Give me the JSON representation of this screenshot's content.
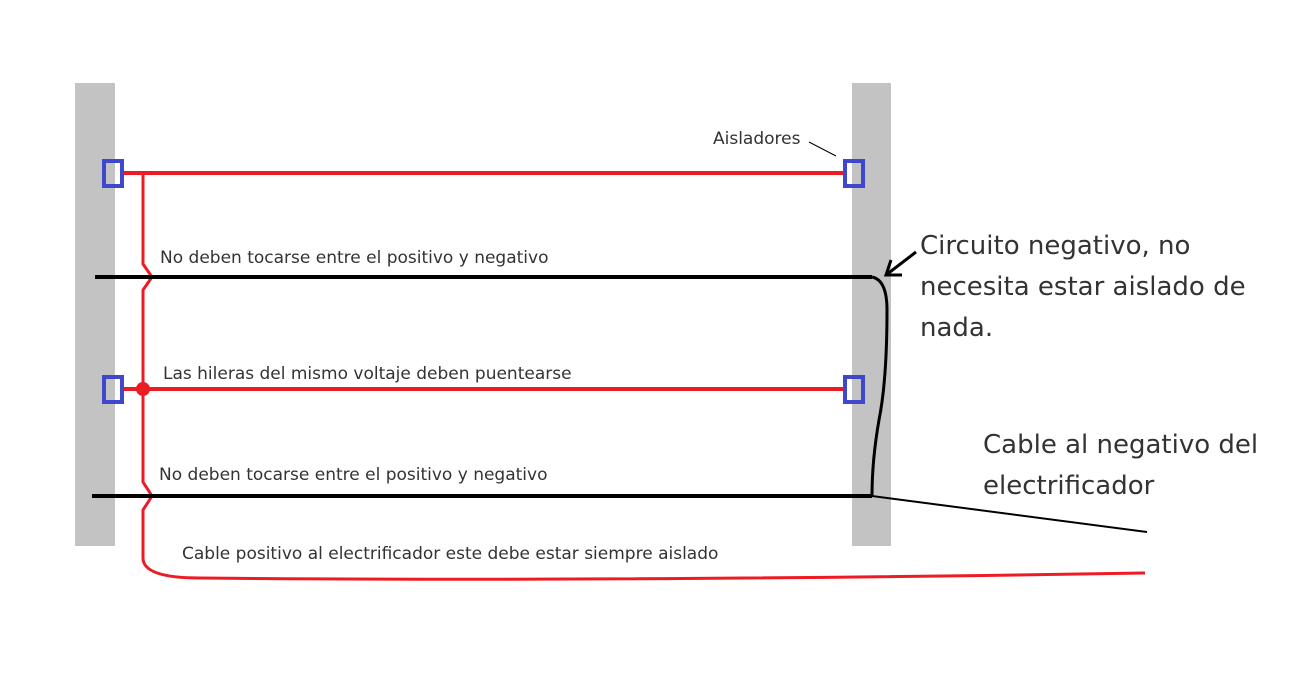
{
  "colors": {
    "post": "#c3c3c3",
    "positive": "#ed1c24",
    "negative": "#000000",
    "insulator": "#3f48cc"
  },
  "labels": {
    "insulators": "Aisladores",
    "no_touch_1": "No deben tocarse entre el positivo y negativo",
    "bridge": "Las hileras del mismo voltaje deben puentearse",
    "no_touch_2": "No deben tocarse entre el positivo y negativo",
    "positive_cable": "Cable positivo al electrificador este debe estar siempre aislado",
    "negative_circuit": "Circuito negativo, no necesita estar aislado de nada.",
    "negative_cable": "Cable al negativo del electrificador"
  }
}
